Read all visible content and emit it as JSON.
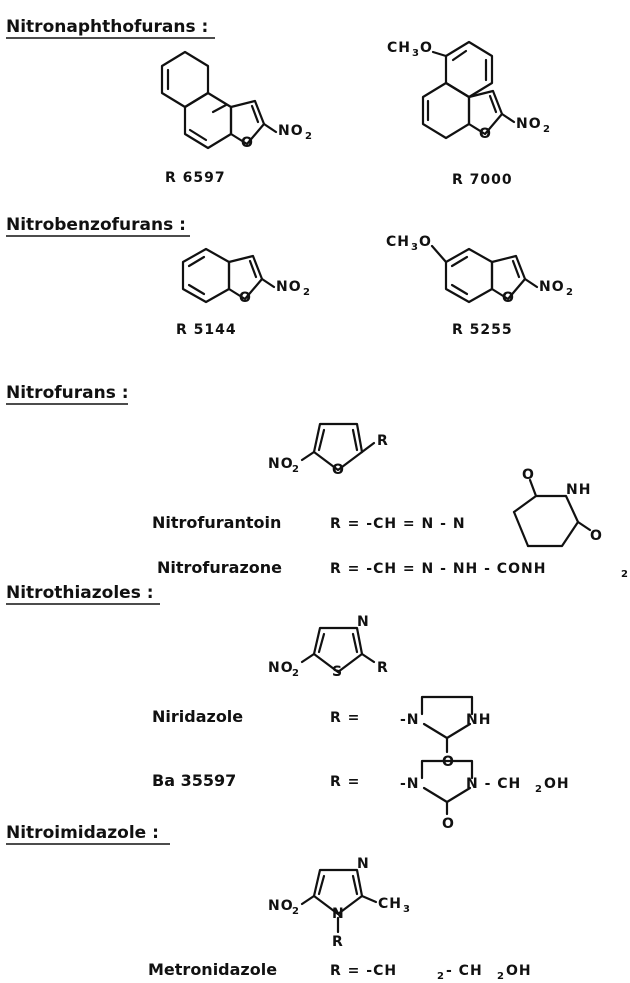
{
  "sections": {
    "nitronaphthofurans": "Nitronaphthofurans :",
    "nitrobenzofurans": "Nitrobenzofurans :",
    "nitrofurans": "Nitrofurans :",
    "nitrothiazoles": "Nitrothiazoles :",
    "nitroimidazole": "Nitroimidazole :"
  },
  "codes": {
    "r6597": "R 6597",
    "r7000": "R 7000",
    "r5144": "R 5144",
    "r5255": "R 5255"
  },
  "compounds": {
    "nitrofurantoin": "Nitrofurantoin",
    "nitrofurazone": "Nitrofurazone",
    "niridazole": "Niridazole",
    "ba35597": "Ba 35597",
    "metronidazole": "Metronidazole"
  },
  "substituents": {
    "nitrofurantoin_r": "R  =  -CH = N - N",
    "nitrofurazone_r": "R  =  -CH = N - NH - CONH",
    "niridazole_r": "R  =",
    "ba35597_r": "R  =",
    "ba35597_tail": "N - CH",
    "ba35597_oh": "OH",
    "metronidazole_r": "R  =  -CH",
    "metronidazole_mid": "- CH",
    "metronidazole_oh": "OH"
  },
  "atoms": {
    "no": "NO",
    "sub2": "2",
    "sub3": "3",
    "ch": "CH",
    "o": "O",
    "r": "R",
    "n": "N",
    "nh": "NH",
    "s": "S",
    "dash_n": "-N"
  }
}
